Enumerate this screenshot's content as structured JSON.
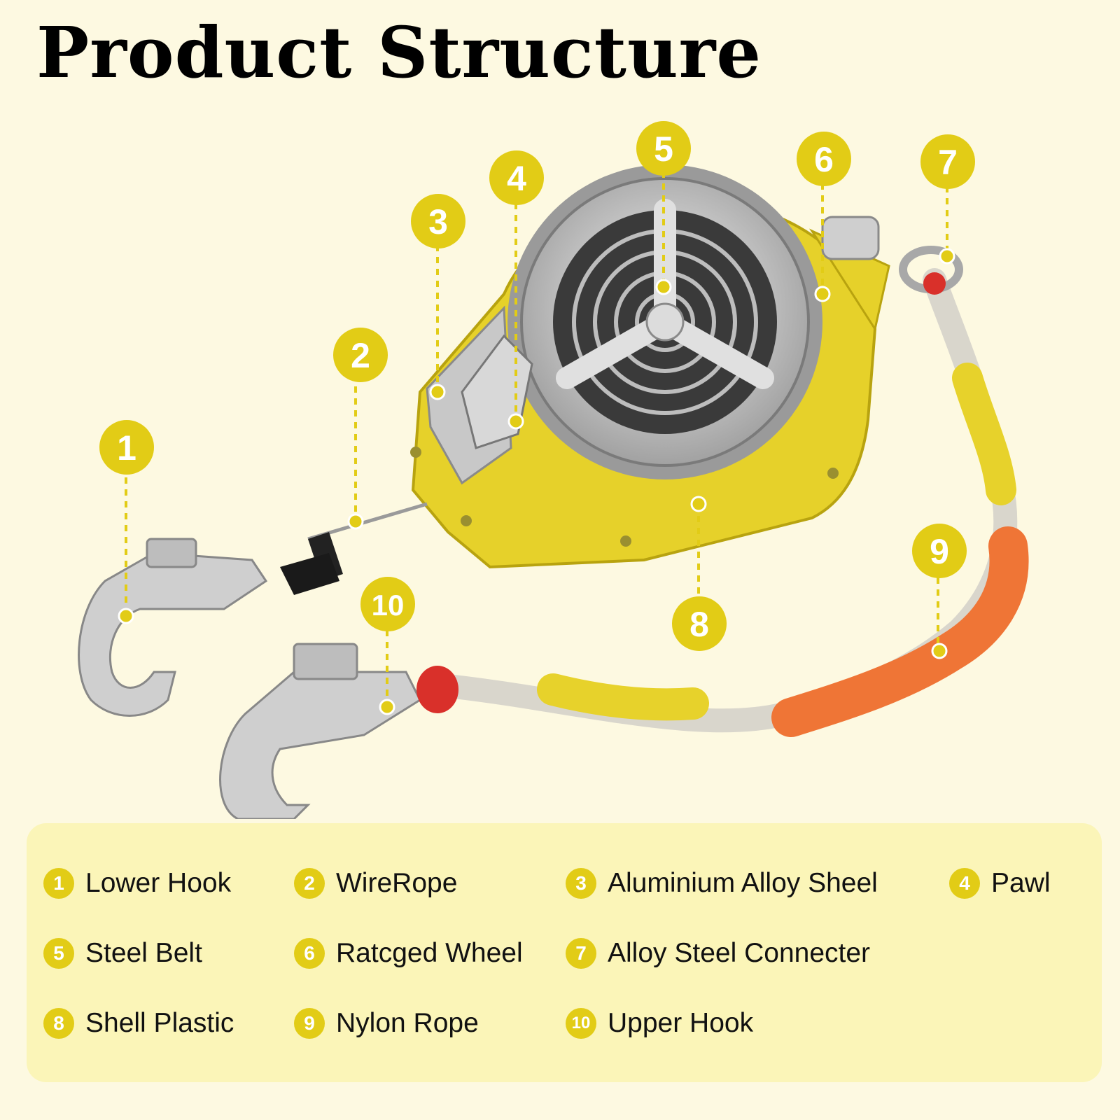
{
  "title": "Product Structure",
  "colors": {
    "background": "#fdf9e1",
    "accent_yellow": "#e2cc16",
    "legend_panel": "#fbf5b8",
    "housing_yellow": "#e6d12a",
    "rope_orange": "#f07a3a"
  },
  "callouts": [
    {
      "number": "1"
    },
    {
      "number": "2"
    },
    {
      "number": "3"
    },
    {
      "number": "4"
    },
    {
      "number": "5"
    },
    {
      "number": "6"
    },
    {
      "number": "7"
    },
    {
      "number": "8"
    },
    {
      "number": "9"
    },
    {
      "number": "10"
    }
  ],
  "legend": [
    {
      "number": "1",
      "label": "Lower Hook"
    },
    {
      "number": "2",
      "label": "WireRope"
    },
    {
      "number": "3",
      "label": "Aluminium Alloy Sheel"
    },
    {
      "number": "4",
      "label": "Pawl"
    },
    {
      "number": "5",
      "label": "Steel Belt"
    },
    {
      "number": "6",
      "label": "Ratcged Wheel"
    },
    {
      "number": "7",
      "label": "Alloy Steel Connecter"
    },
    {
      "number": "8",
      "label": "Shell Plastic"
    },
    {
      "number": "9",
      "label": "Nylon Rope"
    },
    {
      "number": "10",
      "label": "Upper Hook"
    }
  ]
}
